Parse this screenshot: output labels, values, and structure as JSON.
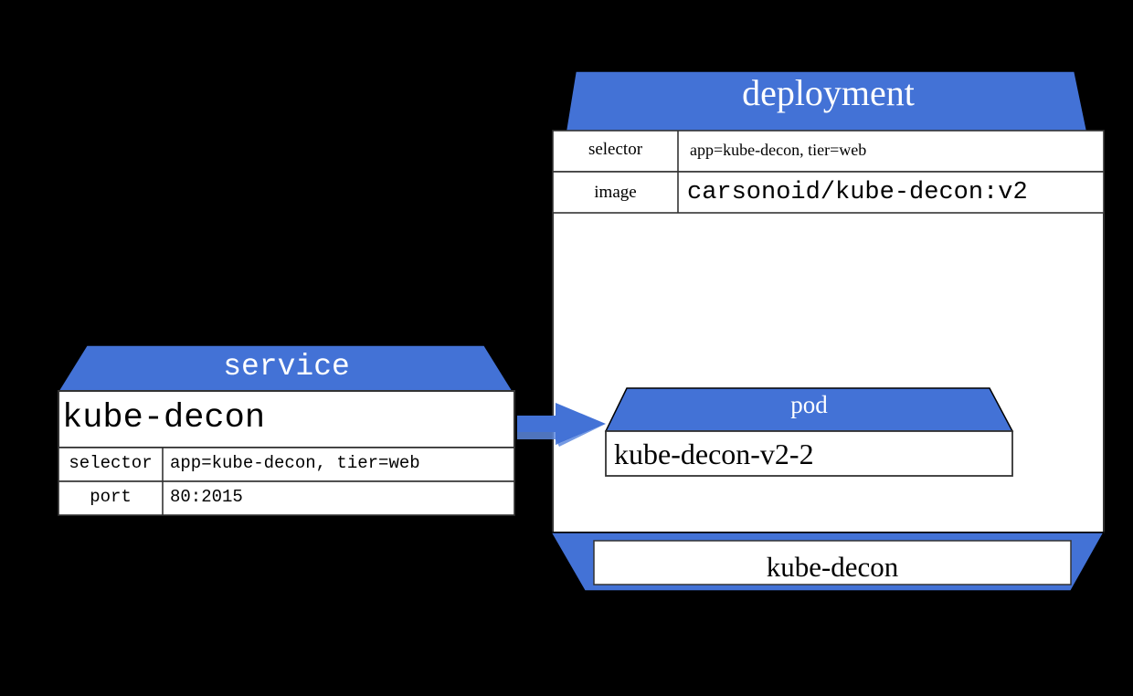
{
  "colors": {
    "blue": "#4372D6",
    "blue_shadow": "#5D88DE",
    "white": "#FFFFFF",
    "black": "#000000",
    "border": "#333333",
    "background": "#000000"
  },
  "deployment": {
    "title": "deployment",
    "rows": [
      {
        "key": "selector",
        "value": "app=kube-decon, tier=web"
      },
      {
        "key": "image",
        "value": "carsonoid/kube-decon:v2"
      }
    ],
    "footer_label": "kube-decon"
  },
  "pod": {
    "title": "pod",
    "name": "kube-decon-v2-2"
  },
  "service": {
    "title": "service",
    "name": "kube-decon",
    "rows": [
      {
        "key": "selector",
        "value": "app=kube-decon, tier=web"
      },
      {
        "key": "port",
        "value": "80:2015"
      }
    ]
  },
  "connector": {
    "icon": "right-arrow-icon",
    "from": "service",
    "to": "pod"
  }
}
